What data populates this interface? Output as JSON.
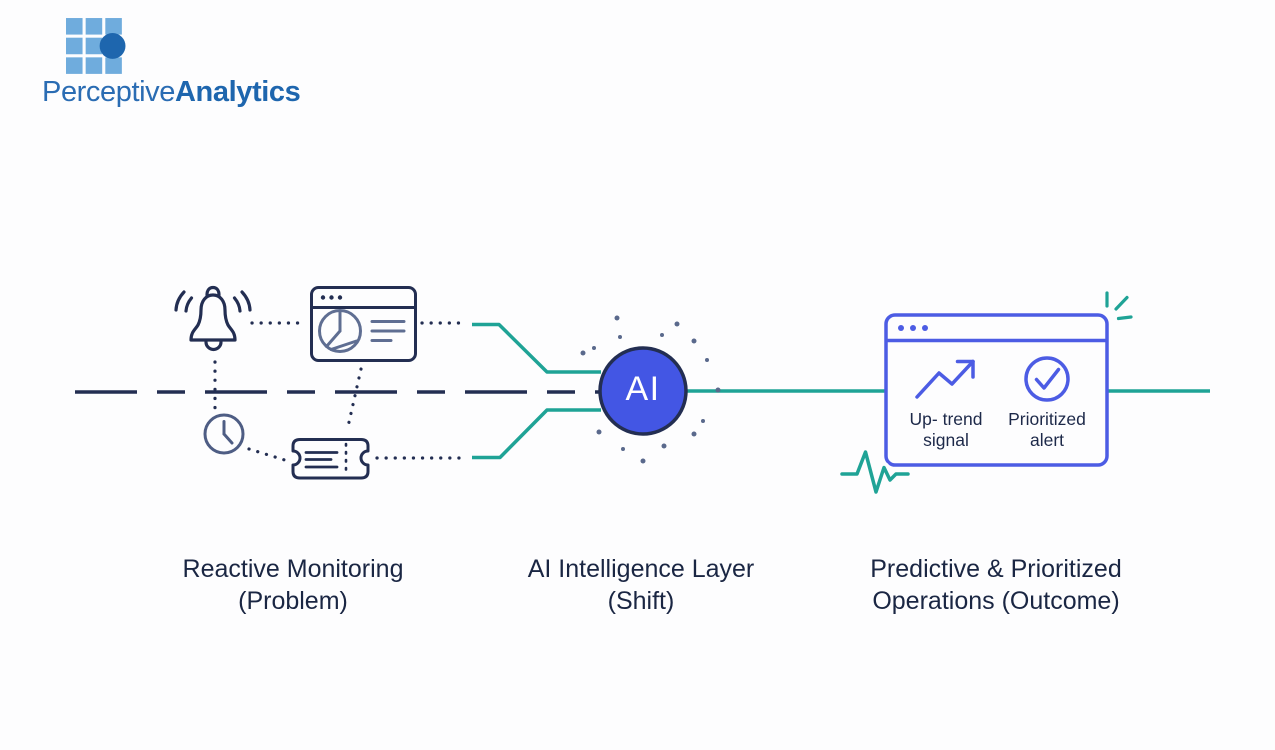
{
  "logo": {
    "brand_regular": "Perceptive",
    "brand_bold": "Analytics",
    "mark_square_color": "#6FACDD",
    "mark_circle_color": "#1E66AE",
    "text_color": "#2A6CB3"
  },
  "ai_node": {
    "label": "AI",
    "fill": "#4356E4",
    "border": "#232E52"
  },
  "outcome_window": {
    "uptrend": {
      "line1": "Up- trend",
      "line2": "signal"
    },
    "prioritized": {
      "line1": "Prioritized",
      "line2": "alert"
    }
  },
  "stages": [
    {
      "caption_line1": "Reactive Monitoring",
      "caption_line2": "(Problem)"
    },
    {
      "caption_line1": "AI Intelligence Layer",
      "caption_line2": "(Shift)"
    },
    {
      "caption_line1": "Predictive & Prioritized",
      "caption_line2": "Operations (Outcome)"
    }
  ],
  "icons": [
    "logo-grid-mark",
    "alert-bell-icon",
    "analytics-window-icon",
    "pie-chart-icon",
    "clock-icon",
    "ticket-icon",
    "ai-node-circle",
    "scatter-dots",
    "uptrend-arrow-icon",
    "check-circle-icon",
    "heartbeat-icon",
    "sparkle-icon",
    "window-traffic-dots-icon"
  ],
  "colors": {
    "navy": "#232E52",
    "slate": "#5F6E92",
    "teal": "#1FA396",
    "window_blue": "#4C5CE4",
    "background": "#FDFDFE"
  }
}
